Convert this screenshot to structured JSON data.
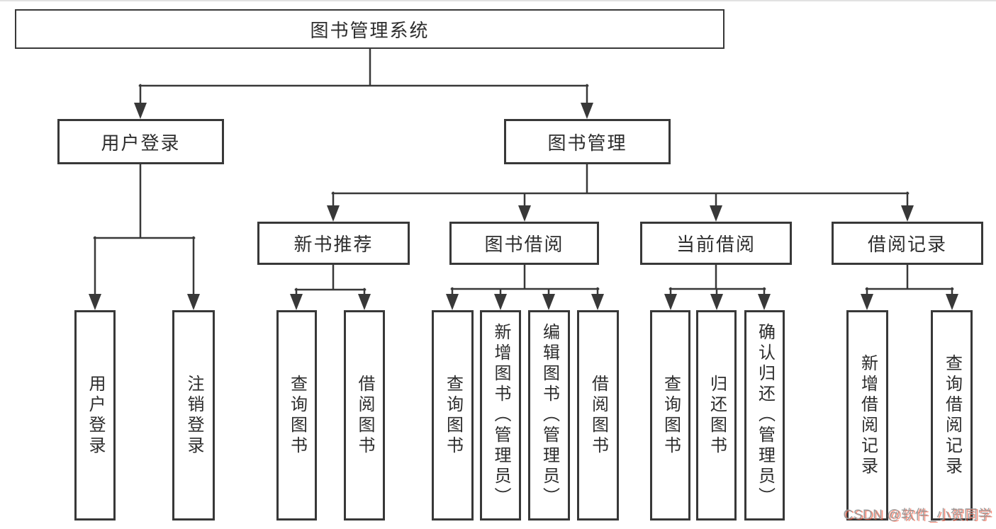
{
  "tree": {
    "root": {
      "label": "图书管理系统"
    },
    "branches": [
      {
        "label": "用户登录",
        "children": [
          "用户登录",
          "注销登录"
        ]
      },
      {
        "label": "图书管理",
        "groups": [
          {
            "label": "新书推荐",
            "children": [
              "查询图书",
              "借阅图书"
            ]
          },
          {
            "label": "图书借阅",
            "children": [
              "查询图书",
              "新增图书（管理员）",
              "编辑图书（管理员）",
              "借阅图书"
            ]
          },
          {
            "label": "当前借阅",
            "children": [
              "查询图书",
              "归还图书",
              "确认归还（管理员）"
            ]
          },
          {
            "label": "借阅记录",
            "children": [
              "新增借阅记录",
              "查询借阅记录"
            ]
          }
        ]
      }
    ]
  },
  "watermark": {
    "text": "CSDN @软件_小贺同学"
  },
  "colors": {
    "line": "#383838",
    "node_text": "#2d2d2d",
    "node_fill": "#ffffff",
    "watermark_gray": "#9b9b9b",
    "watermark_red": "#fc5531",
    "background": "#ffffff"
  }
}
